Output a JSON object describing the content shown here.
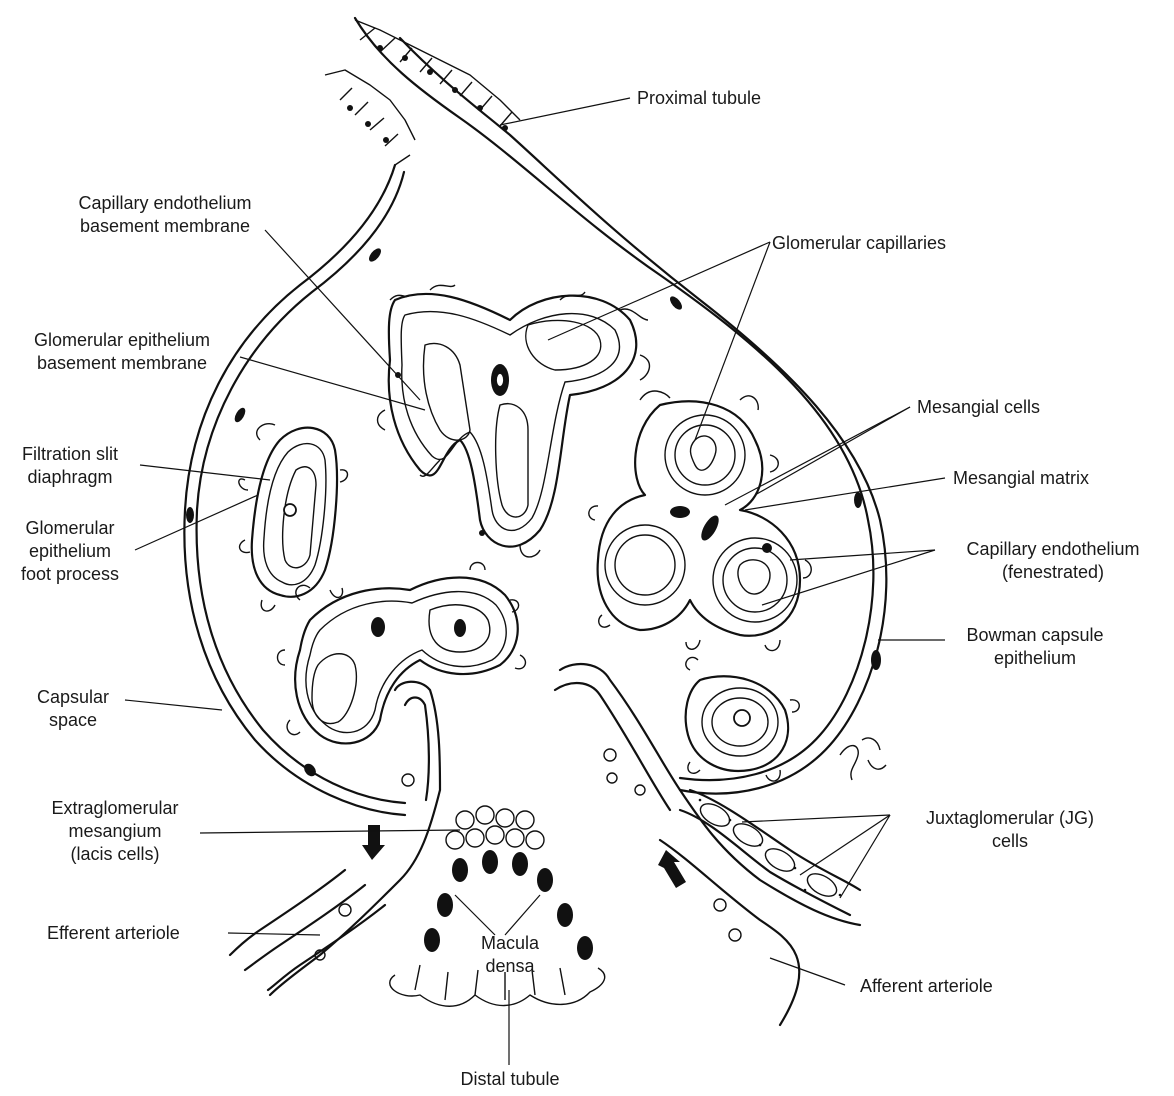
{
  "labels": {
    "proximal_tubule": "Proximal tubule",
    "cap_endo_bm": "Capillary endothelium\nbasement membrane",
    "glom_capillaries": "Glomerular capillaries",
    "glom_epi_bm": "Glomerular epithelium\nbasement membrane",
    "mesangial_cells": "Mesangial cells",
    "filtration_slit": "Filtration slit\ndiaphragm",
    "mesangial_matrix": "Mesangial matrix",
    "glom_epi_foot": "Glomerular\nepithelium\nfoot process",
    "cap_endo_fen": "Capillary endothelium\n(fenestrated)",
    "bowman": "Bowman capsule\nepithelium",
    "capsular_space": "Capsular\nspace",
    "extraglom": "Extraglomerular\nmesangium\n(lacis cells)",
    "jg_cells": "Juxtaglomerular (JG)\ncells",
    "efferent": "Efferent arteriole",
    "macula_densa": "Macula\ndensa",
    "afferent": "Afferent arteriole",
    "distal_tubule": "Distal tubule"
  }
}
